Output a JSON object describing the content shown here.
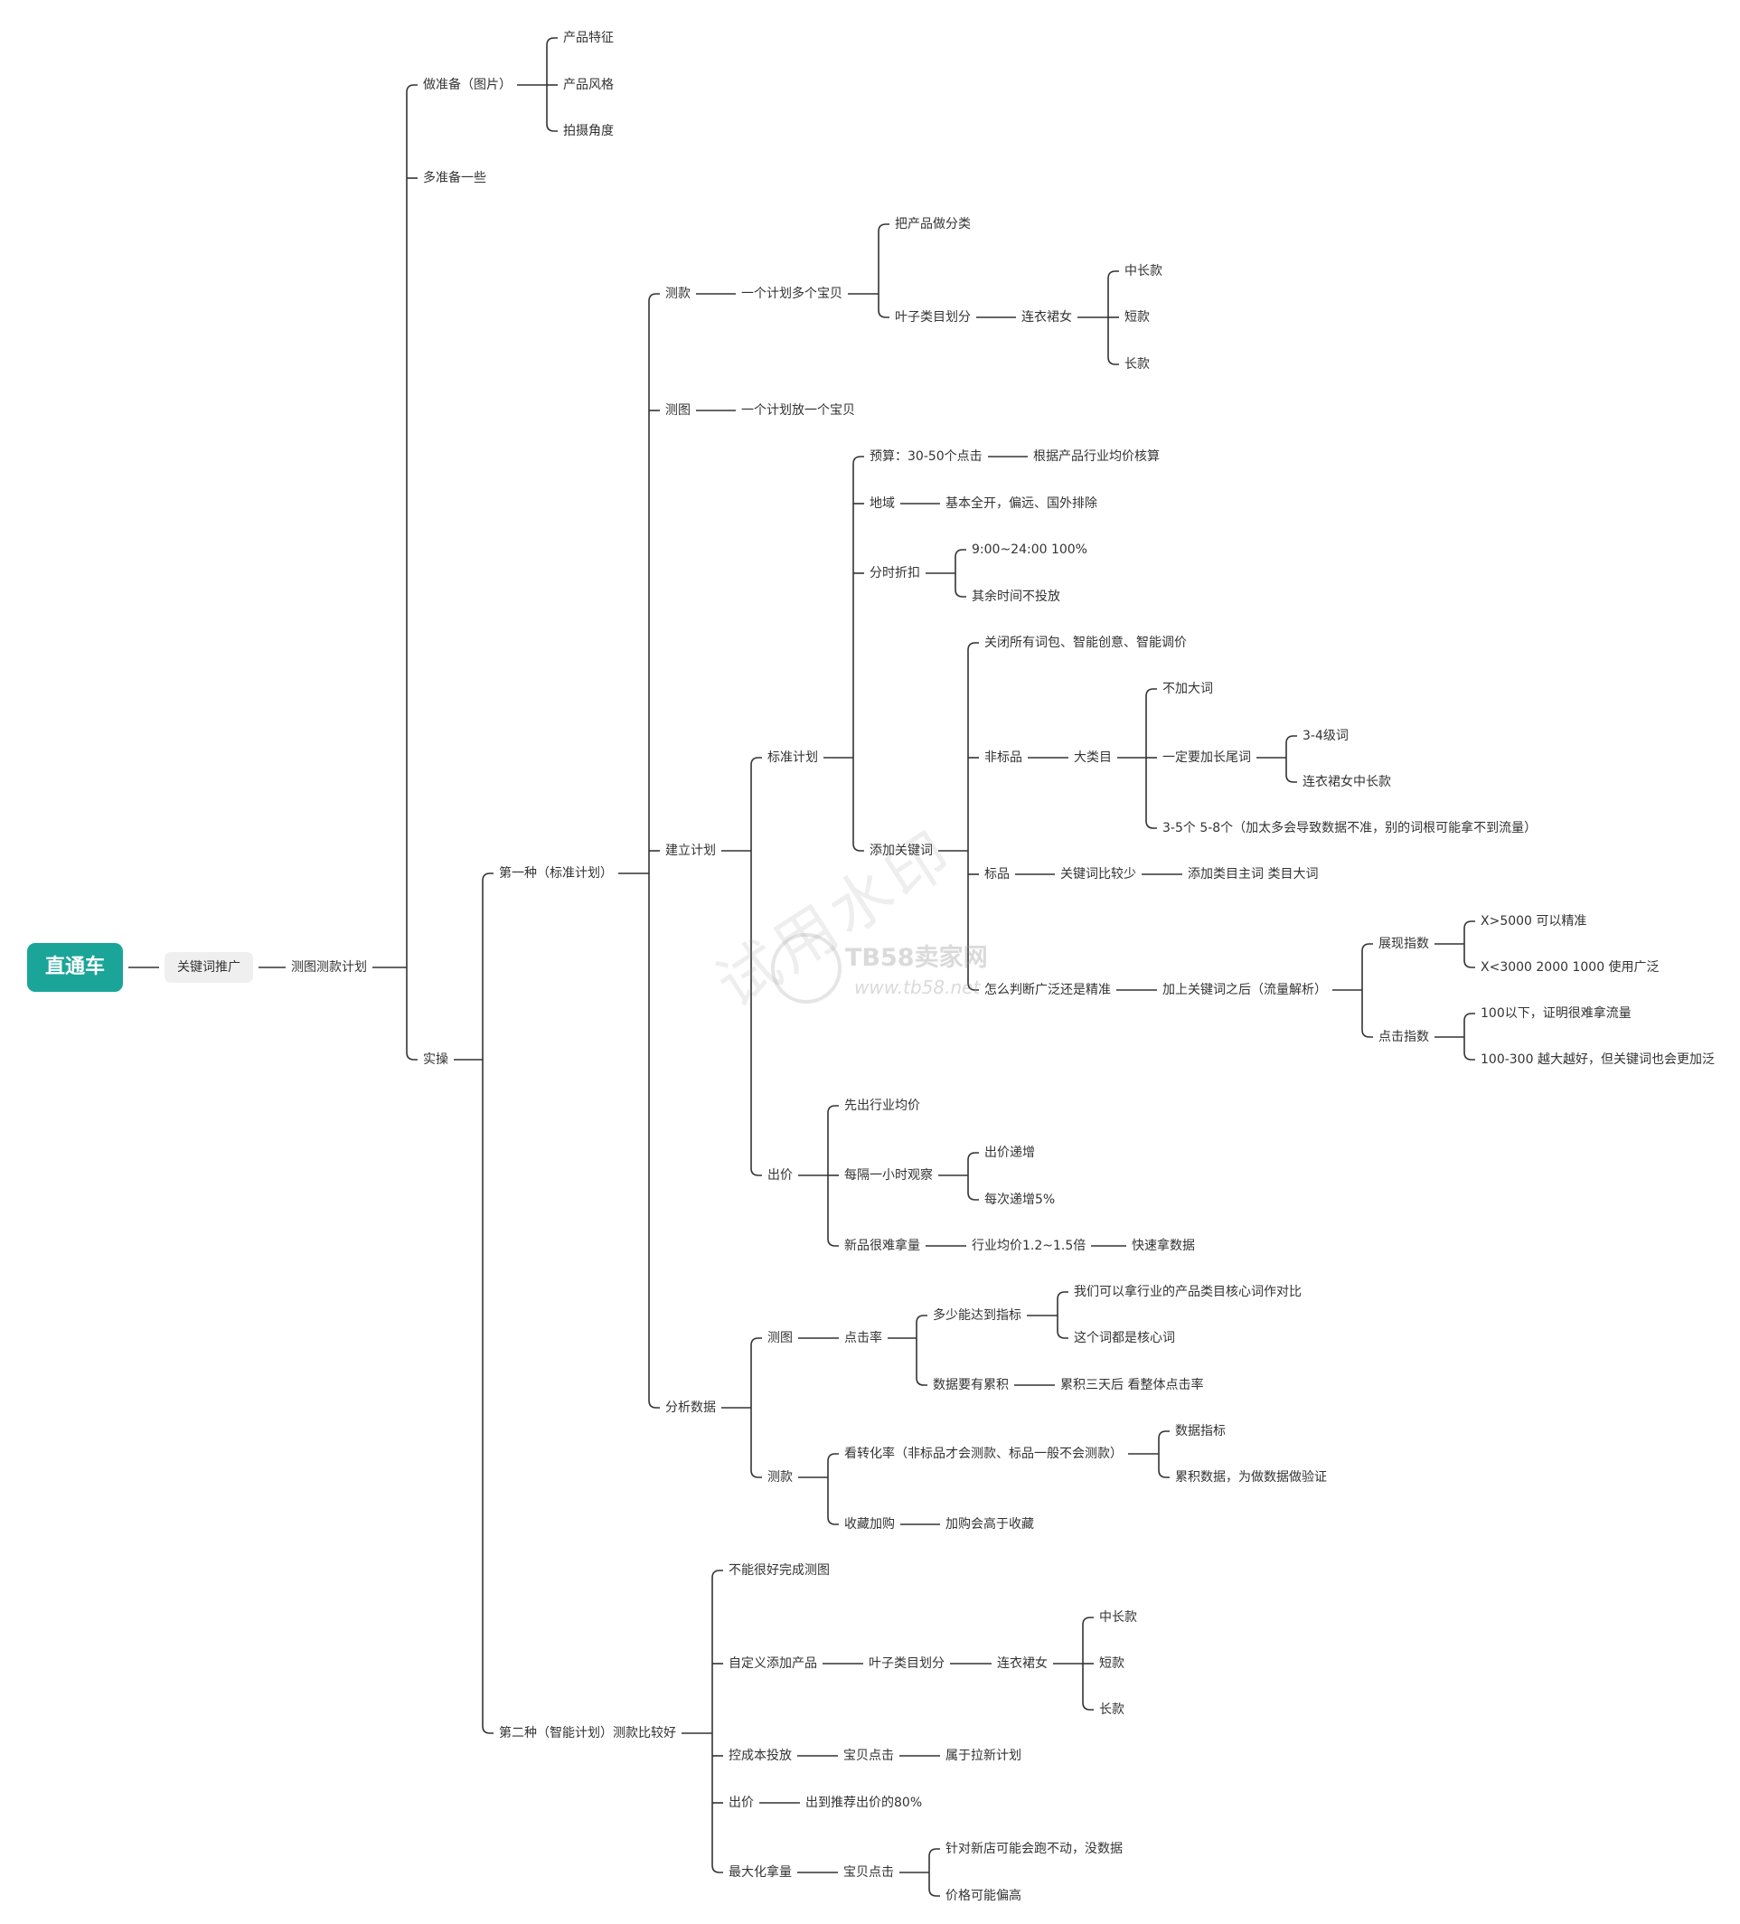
{
  "root": {
    "id": "n1",
    "label": "直通车"
  },
  "nodes": [
    {
      "id": "n2",
      "parent": "n1",
      "label": "关键词推广"
    },
    {
      "id": "n3",
      "parent": "n2",
      "label": "测图测款计划"
    },
    {
      "id": "n4",
      "parent": "n3",
      "label": "做准备（图片）"
    },
    {
      "id": "n5",
      "parent": "n4",
      "label": "产品特征"
    },
    {
      "id": "n6",
      "parent": "n4",
      "label": "产品风格"
    },
    {
      "id": "n7",
      "parent": "n4",
      "label": "拍摄角度"
    },
    {
      "id": "n8",
      "parent": "n3",
      "label": "多准备一些"
    },
    {
      "id": "n9",
      "parent": "n3",
      "label": "实操"
    },
    {
      "id": "n10",
      "parent": "n9",
      "label": "第一种（标准计划）"
    },
    {
      "id": "n11",
      "parent": "n10",
      "label": "测款"
    },
    {
      "id": "n12",
      "parent": "n11",
      "label": "一个计划多个宝贝"
    },
    {
      "id": "n13",
      "parent": "n12",
      "label": "把产品做分类"
    },
    {
      "id": "n14",
      "parent": "n12",
      "label": "叶子类目划分"
    },
    {
      "id": "n15",
      "parent": "n14",
      "label": "连衣裙女"
    },
    {
      "id": "n16",
      "parent": "n15",
      "label": "中长款"
    },
    {
      "id": "n17",
      "parent": "n15",
      "label": "短款"
    },
    {
      "id": "n18",
      "parent": "n15",
      "label": "长款"
    },
    {
      "id": "n19",
      "parent": "n10",
      "label": "测图"
    },
    {
      "id": "n20",
      "parent": "n19",
      "label": "一个计划放一个宝贝"
    },
    {
      "id": "n21",
      "parent": "n10",
      "label": "建立计划"
    },
    {
      "id": "n22",
      "parent": "n21",
      "label": "标准计划"
    },
    {
      "id": "n23",
      "parent": "n22",
      "label": "预算：30-50个点击"
    },
    {
      "id": "n24",
      "parent": "n23",
      "label": "根据产品行业均价核算"
    },
    {
      "id": "n25",
      "parent": "n22",
      "label": "地域"
    },
    {
      "id": "n26",
      "parent": "n25",
      "label": "基本全开，偏远、国外排除"
    },
    {
      "id": "n27",
      "parent": "n22",
      "label": "分时折扣"
    },
    {
      "id": "n28",
      "parent": "n27",
      "label": "9:00~24:00 100%"
    },
    {
      "id": "n29",
      "parent": "n27",
      "label": "其余时间不投放"
    },
    {
      "id": "n30",
      "parent": "n22",
      "label": "添加关键词"
    },
    {
      "id": "n31",
      "parent": "n30",
      "label": "关闭所有词包、智能创意、智能调价"
    },
    {
      "id": "n32",
      "parent": "n30",
      "label": "非标品"
    },
    {
      "id": "n33",
      "parent": "n32",
      "label": "大类目"
    },
    {
      "id": "n34",
      "parent": "n33",
      "label": "不加大词"
    },
    {
      "id": "n35",
      "parent": "n33",
      "label": "一定要加长尾词"
    },
    {
      "id": "n36",
      "parent": "n35",
      "label": "3-4级词"
    },
    {
      "id": "n37",
      "parent": "n35",
      "label": "连衣裙女中长款"
    },
    {
      "id": "n38",
      "parent": "n33",
      "label": "3-5个 5-8个（加太多会导致数据不准，别的词根可能拿不到流量）"
    },
    {
      "id": "n39",
      "parent": "n30",
      "label": "标品"
    },
    {
      "id": "n40",
      "parent": "n39",
      "label": "关键词比较少"
    },
    {
      "id": "n41",
      "parent": "n40",
      "label": "添加类目主词 类目大词"
    },
    {
      "id": "n42",
      "parent": "n30",
      "label": "怎么判断广泛还是精准"
    },
    {
      "id": "n43",
      "parent": "n42",
      "label": "加上关键词之后（流量解析）"
    },
    {
      "id": "n44",
      "parent": "n43",
      "label": "展现指数"
    },
    {
      "id": "n45",
      "parent": "n44",
      "label": "X>5000 可以精准"
    },
    {
      "id": "n46",
      "parent": "n44",
      "label": "X<3000 2000 1000 使用广泛"
    },
    {
      "id": "n47",
      "parent": "n43",
      "label": "点击指数"
    },
    {
      "id": "n48",
      "parent": "n47",
      "label": "100以下，证明很难拿流量"
    },
    {
      "id": "n49",
      "parent": "n47",
      "label": "100-300 越大越好，但关键词也会更加泛"
    },
    {
      "id": "n50",
      "parent": "n21",
      "label": "出价"
    },
    {
      "id": "n51",
      "parent": "n50",
      "label": "先出行业均价"
    },
    {
      "id": "n52",
      "parent": "n50",
      "label": "每隔一小时观察"
    },
    {
      "id": "n53",
      "parent": "n52",
      "label": "出价递增"
    },
    {
      "id": "n54",
      "parent": "n52",
      "label": "每次递增5%"
    },
    {
      "id": "n55",
      "parent": "n50",
      "label": "新品很难拿量"
    },
    {
      "id": "n56",
      "parent": "n55",
      "label": "行业均价1.2~1.5倍"
    },
    {
      "id": "n57",
      "parent": "n56",
      "label": "快速拿数据"
    },
    {
      "id": "n58",
      "parent": "n10",
      "label": "分析数据"
    },
    {
      "id": "n59",
      "parent": "n58",
      "label": "测图"
    },
    {
      "id": "n60",
      "parent": "n59",
      "label": "点击率"
    },
    {
      "id": "n61",
      "parent": "n60",
      "label": "多少能达到指标"
    },
    {
      "id": "n62",
      "parent": "n61",
      "label": "我们可以拿行业的产品类目核心词作对比"
    },
    {
      "id": "n63",
      "parent": "n61",
      "label": "这个词都是核心词"
    },
    {
      "id": "n64",
      "parent": "n60",
      "label": "数据要有累积"
    },
    {
      "id": "n65",
      "parent": "n64",
      "label": "累积三天后 看整体点击率"
    },
    {
      "id": "n66",
      "parent": "n58",
      "label": "测款"
    },
    {
      "id": "n67",
      "parent": "n66",
      "label": "看转化率（非标品才会测款、标品一般不会测款）"
    },
    {
      "id": "n68",
      "parent": "n67",
      "label": "数据指标"
    },
    {
      "id": "n69",
      "parent": "n67",
      "label": "累积数据，为做数据做验证"
    },
    {
      "id": "n70",
      "parent": "n66",
      "label": "收藏加购"
    },
    {
      "id": "n71",
      "parent": "n70",
      "label": "加购会高于收藏"
    },
    {
      "id": "n72",
      "parent": "n9",
      "label": "第二种（智能计划）测款比较好"
    },
    {
      "id": "n73",
      "parent": "n72",
      "label": "不能很好完成测图"
    },
    {
      "id": "n74",
      "parent": "n72",
      "label": "自定义添加产品"
    },
    {
      "id": "n75",
      "parent": "n74",
      "label": "叶子类目划分"
    },
    {
      "id": "n76",
      "parent": "n75",
      "label": "连衣裙女"
    },
    {
      "id": "n77",
      "parent": "n76",
      "label": "中长款"
    },
    {
      "id": "n78",
      "parent": "n76",
      "label": "短款"
    },
    {
      "id": "n79",
      "parent": "n76",
      "label": "长款"
    },
    {
      "id": "n80",
      "parent": "n72",
      "label": "控成本投放"
    },
    {
      "id": "n81",
      "parent": "n80",
      "label": "宝贝点击"
    },
    {
      "id": "n82",
      "parent": "n81",
      "label": "属于拉新计划"
    },
    {
      "id": "n83",
      "parent": "n72",
      "label": "出价"
    },
    {
      "id": "n84",
      "parent": "n83",
      "label": "出到推荐出价的80%"
    },
    {
      "id": "n85",
      "parent": "n72",
      "label": "最大化拿量"
    },
    {
      "id": "n86",
      "parent": "n85",
      "label": "宝贝点击"
    },
    {
      "id": "n87",
      "parent": "n86",
      "label": "针对新店可能会跑不动，没数据"
    },
    {
      "id": "n88",
      "parent": "n86",
      "label": "价格可能偏高"
    }
  ],
  "watermark": {
    "text": "试用水印",
    "brand": "TB58卖家网",
    "url": "www.tb58.net"
  },
  "colors": {
    "root_bg": "#1aa598",
    "line": "#333333",
    "text": "#333333",
    "pill_bg": "#efefef"
  }
}
